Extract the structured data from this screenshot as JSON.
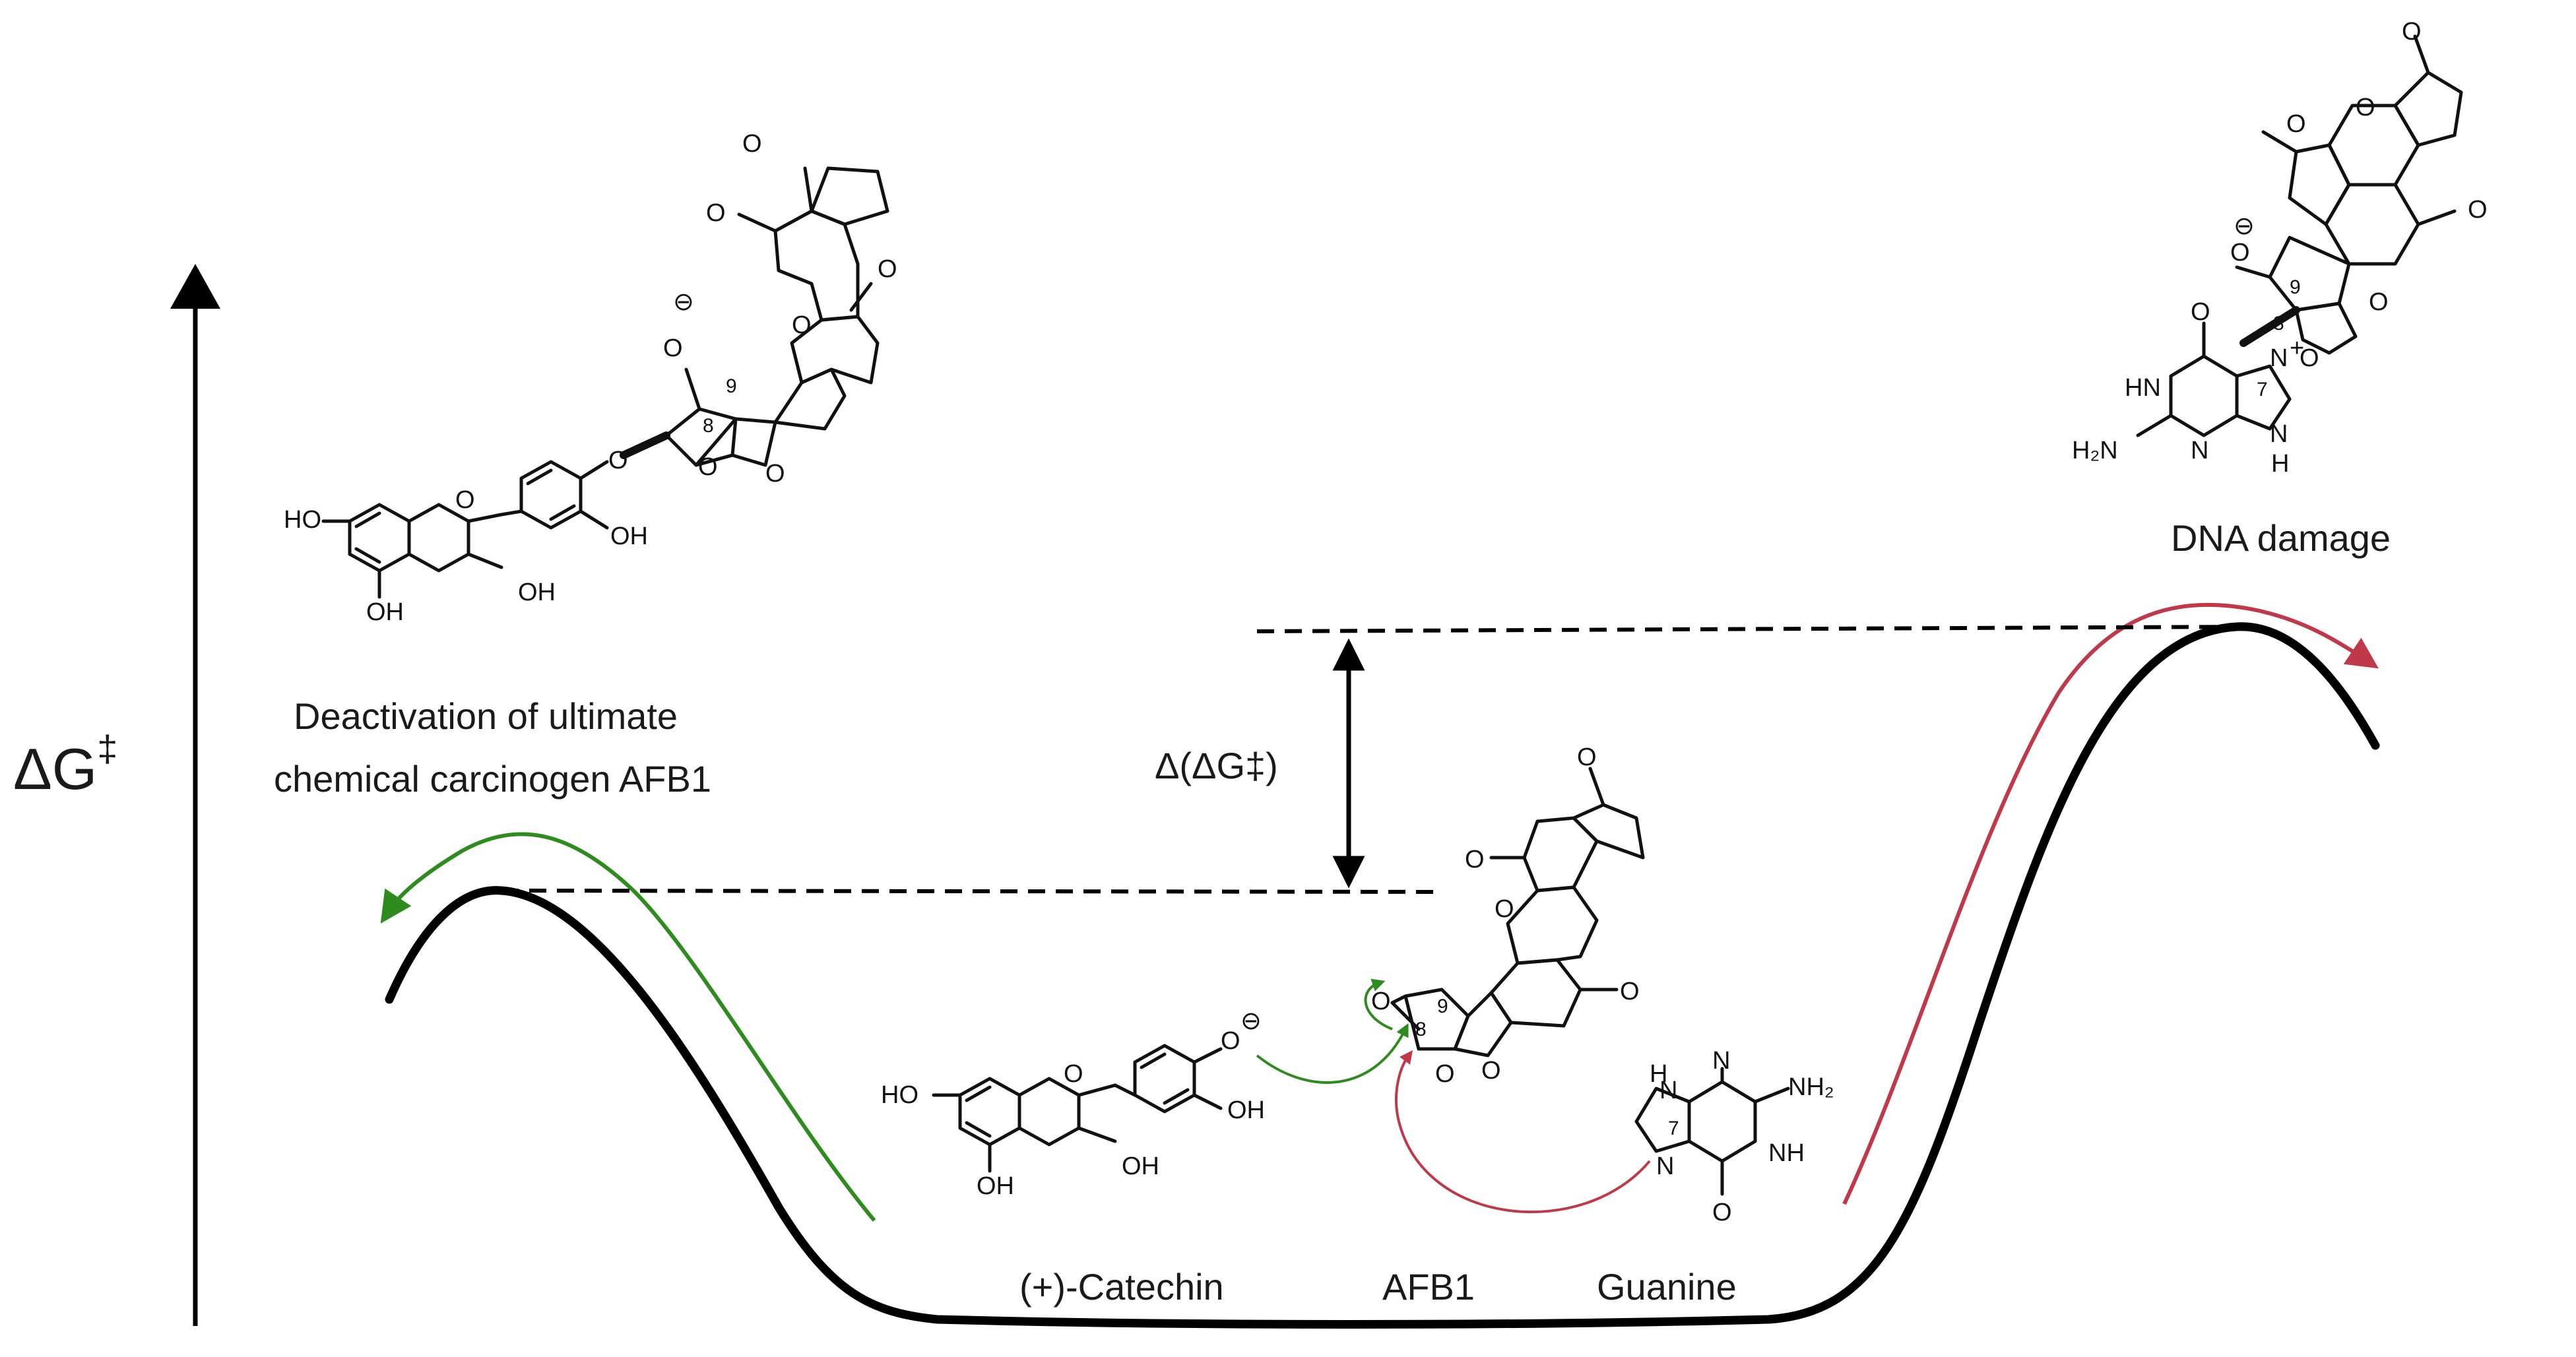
{
  "axis": {
    "y_label": "ΔG",
    "y_label_sup": "‡"
  },
  "labels": {
    "deactivation_line1": "Deactivation of ultimate",
    "deactivation_line2": "chemical carcinogen AFB1",
    "dna_damage": "DNA damage",
    "delta_delta_g": "Δ(ΔG‡)",
    "catechin": "(+)-Catechin",
    "afb1": "AFB1",
    "guanine": "Guanine"
  },
  "atoms": {
    "O": "O",
    "OH": "OH",
    "HO": "HO",
    "NH": "NH",
    "HN": "HN",
    "N": "N",
    "H": "H",
    "H2N": "H₂N",
    "NH2": "NH₂",
    "minus": "⊖",
    "plus": "+",
    "n7": "7",
    "n8": "8",
    "n9": "9"
  },
  "colors": {
    "curve": "#000000",
    "catechin_path": "#2e8b1e",
    "guanine_path": "#c0394b",
    "barrier_line": "#000000"
  }
}
